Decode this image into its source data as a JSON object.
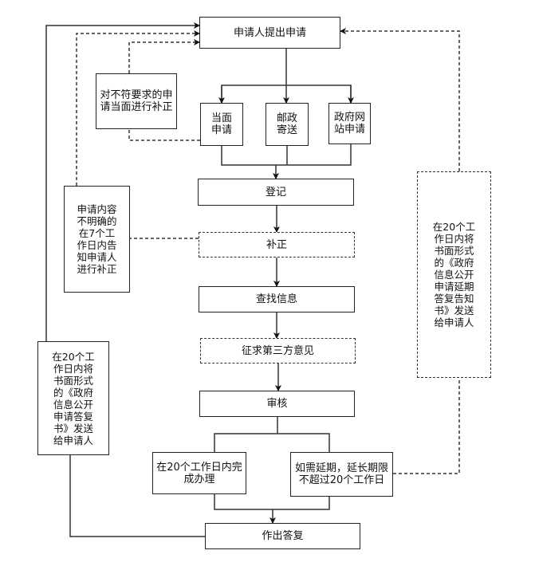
{
  "diagram": {
    "type": "flowchart",
    "nodes": {
      "apply": "申请人提出申请",
      "in_person": "当面\n申请",
      "postal": "邮政\n寄送",
      "website": "政府网\n站申请",
      "register": "登记",
      "supplement": "补正",
      "search_info": "查找信息",
      "third_party": "征求第三方意见",
      "review": "审核",
      "complete_20": "在20个工作日内完\n成办理",
      "extension": "如需延期，延长期限\n不超过20个工作日",
      "reply": "作出答复",
      "note_in_person_fix": "对不符要求的申\n请当面进行补正",
      "note_unclear": "申请内容\n不明确的\n在7个工\n作日内告\n知申请人\n进行补正",
      "note_reply_letter": "在20个工\n作日内将\n书面形式\n的《政府\n信息公开\n申请答复\n书》发送\n给申请人",
      "note_extension_letter": "在20个工\n作日内将\n书面形式\n的《政府\n信息公开\n申请延期\n答复告知\n书》发送\n给申请人"
    },
    "edges": [
      {
        "from": "apply",
        "to": "in_person",
        "style": "solid"
      },
      {
        "from": "apply",
        "to": "postal",
        "style": "solid"
      },
      {
        "from": "apply",
        "to": "website",
        "style": "solid"
      },
      {
        "from": "in_person",
        "to": "register",
        "style": "solid"
      },
      {
        "from": "postal",
        "to": "register",
        "style": "solid"
      },
      {
        "from": "website",
        "to": "register",
        "style": "solid"
      },
      {
        "from": "register",
        "to": "supplement",
        "style": "solid"
      },
      {
        "from": "supplement",
        "to": "search_info",
        "style": "solid"
      },
      {
        "from": "search_info",
        "to": "third_party",
        "style": "solid"
      },
      {
        "from": "third_party",
        "to": "review",
        "style": "solid"
      },
      {
        "from": "review",
        "to": "complete_20",
        "style": "solid"
      },
      {
        "from": "review",
        "to": "extension",
        "style": "solid"
      },
      {
        "from": "complete_20",
        "to": "reply",
        "style": "solid"
      },
      {
        "from": "extension",
        "to": "reply",
        "style": "solid"
      },
      {
        "from": "in_person",
        "to": "note_in_person_fix",
        "style": "dashed"
      },
      {
        "from": "note_in_person_fix",
        "to": "apply",
        "style": "dashed"
      },
      {
        "from": "supplement",
        "to": "note_unclear",
        "style": "dashed"
      },
      {
        "from": "note_unclear",
        "to": "apply",
        "style": "dashed"
      },
      {
        "from": "reply",
        "to": "note_reply_letter",
        "style": "solid"
      },
      {
        "from": "note_reply_letter",
        "to": "apply",
        "style": "solid"
      },
      {
        "from": "extension",
        "to": "note_extension_letter",
        "style": "dashed"
      },
      {
        "from": "note_extension_letter",
        "to": "apply",
        "style": "dashed"
      }
    ]
  }
}
